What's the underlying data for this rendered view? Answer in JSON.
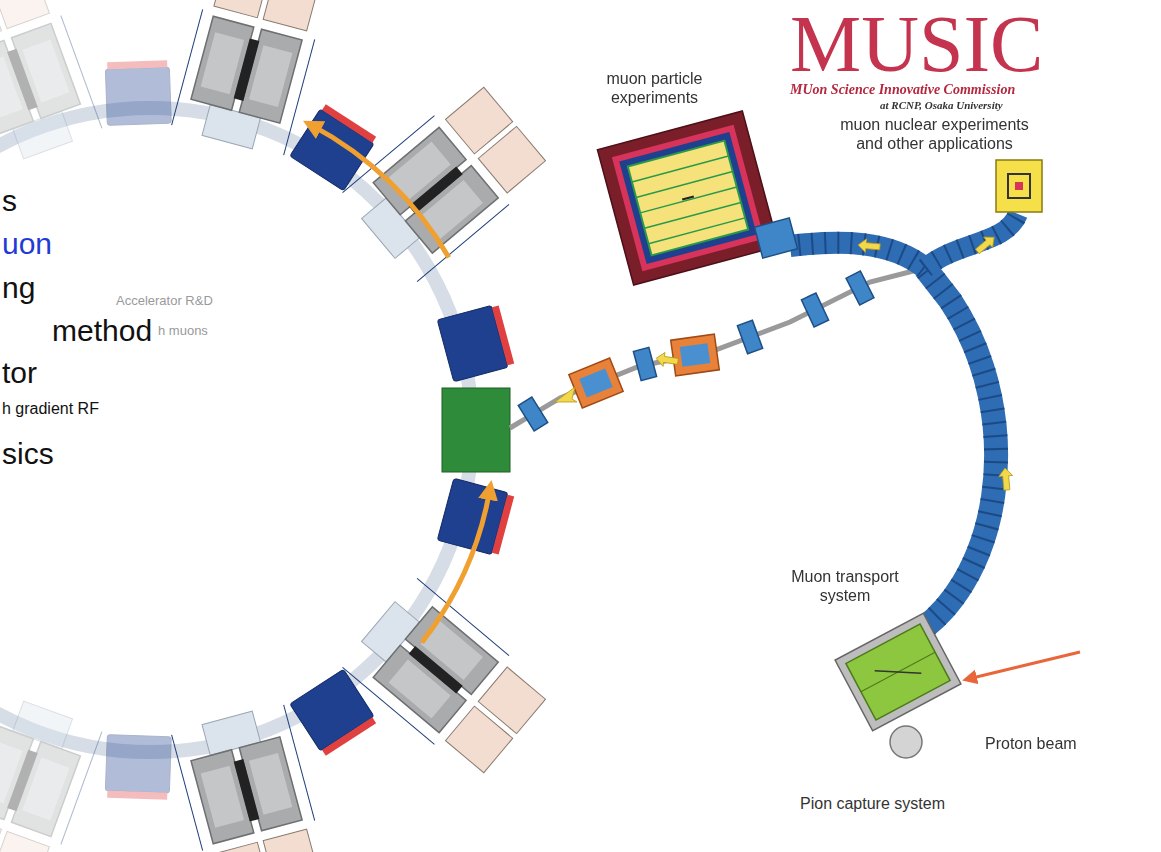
{
  "diagram": {
    "labels": [
      "s",
      "uon",
      "ng",
      "method",
      "Accelerator R&D",
      "h muons",
      "tor",
      "h gradient RF",
      "sics",
      "MUSIC",
      "MUon Science Innovative Commission",
      "at RCNP, Osaka University",
      "muon particle experiments",
      "muon nuclear experiments and other applications",
      "Muon transport system",
      "Proton beam",
      "Pion capture system"
    ]
  }
}
